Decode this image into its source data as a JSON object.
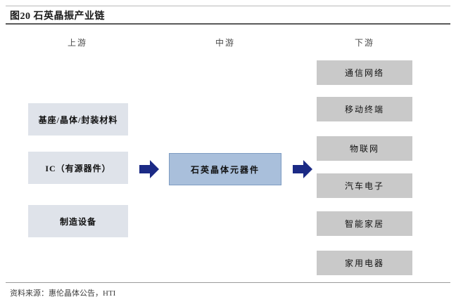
{
  "figure": {
    "title": "图20 石英晶振产业链",
    "source_note": "资料来源：惠伦晶体公告，HTI"
  },
  "columns": {
    "upstream_label": "上游",
    "midstream_label": "中游",
    "downstream_label": "下游"
  },
  "upstream": {
    "items": [
      {
        "label": "基座/晶体/封装材料"
      },
      {
        "label": "IC（有源器件）"
      },
      {
        "label": "制造设备"
      }
    ]
  },
  "midstream": {
    "items": [
      {
        "label": "石英晶体元器件"
      }
    ]
  },
  "downstream": {
    "items": [
      {
        "label": "通信网络"
      },
      {
        "label": "移动终端"
      },
      {
        "label": "物联网"
      },
      {
        "label": "汽车电子"
      },
      {
        "label": "智能家居"
      },
      {
        "label": "家用电器"
      }
    ]
  },
  "arrows": [
    {
      "name": "arrow-upstream-to-midstream"
    },
    {
      "name": "arrow-midstream-to-downstream"
    }
  ],
  "colors": {
    "upstream_box": "#dfe3ea",
    "midstream_box": "#a9bfdb",
    "midstream_border": "#7e9cc2",
    "downstream_box": "#c9c9c9",
    "arrow": "#1b2a85",
    "title_rule": "#5a5a5a",
    "thin_rule": "#b9b9b9",
    "text": "#111111"
  }
}
